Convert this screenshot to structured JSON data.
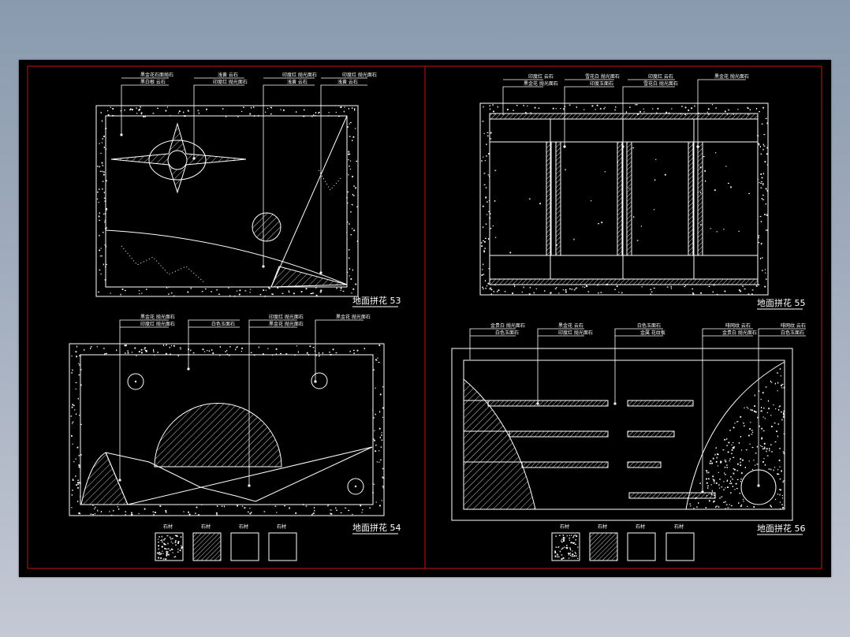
{
  "colors": {
    "sheet_background": "#000000",
    "drawing_line": "#ffffff",
    "frame_border": "#c81414",
    "app_background": "#9aa6b8"
  },
  "panels": {
    "p53": {
      "title": "地面拼花 53",
      "labels": [
        "黑金花石面抛石",
        "黑白根 云石",
        "浅黄 云石",
        "印度红 抛光面石",
        "印度红 抛光面石",
        "浅黄 云石",
        "印度红 抛光面石",
        "浅黄 云石"
      ]
    },
    "p54": {
      "title": "地面拼花 54",
      "labels": [
        "黑金花 抛光面石",
        "印度红 抛光面石",
        "白色玉面石",
        "印度红 抛光面石",
        "黑金花 抛光面石",
        "黑金花 抛光面石"
      ]
    },
    "p55": {
      "title": "地面拼花 55",
      "labels": [
        "印度红 云石",
        "黑金花 抛光面石",
        "雪花白 抛光面石",
        "印度玉面石",
        "印度红 云石",
        "雪花白 抛光面石",
        "黑金花 抛光面石"
      ]
    },
    "p56": {
      "title": "地面拼花 56",
      "labels": [
        "金贵白 抛光面石",
        "白色玉面石",
        "黑金花 云石",
        "印度红 抛光面石",
        "白色玉面石",
        "金属 花纹板",
        "啡网纹 云石",
        "金贵白 抛光面石",
        "啡网纹 云石",
        "白色玉面石"
      ]
    }
  },
  "legend": {
    "left": [
      "石材",
      "石材",
      "石材",
      "石材"
    ],
    "right": [
      "石材",
      "石材",
      "石材",
      "石材"
    ]
  }
}
